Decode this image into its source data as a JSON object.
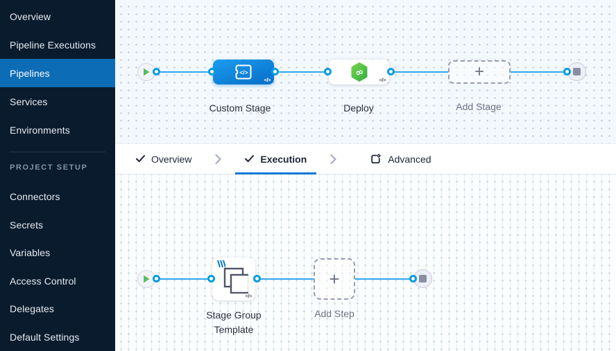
{
  "sidebar": {
    "nav_items": [
      {
        "label": "Overview",
        "selected": false
      },
      {
        "label": "Pipeline Executions",
        "selected": false
      },
      {
        "label": "Pipelines",
        "selected": true
      },
      {
        "label": "Services",
        "selected": false
      },
      {
        "label": "Environments",
        "selected": false
      }
    ],
    "section_title": "PROJECT SETUP",
    "setup_items": [
      {
        "label": "Connectors"
      },
      {
        "label": "Secrets"
      },
      {
        "label": "Variables"
      },
      {
        "label": "Access Control"
      },
      {
        "label": "Delegates"
      },
      {
        "label": "Default Settings"
      }
    ]
  },
  "pipeline_canvas": {
    "start_icon": "play-icon",
    "end_icon": "stop-icon",
    "stages": [
      {
        "label": "Custom Stage",
        "kind": "custom-stage",
        "code_glyph": "</>"
      },
      {
        "label": "Deploy",
        "kind": "deploy-stage",
        "code_glyph": "</>"
      },
      {
        "label": "Add Stage",
        "kind": "add-stage",
        "plus_glyph": "+"
      }
    ]
  },
  "tab_bar": {
    "tabs": [
      {
        "label": "Overview",
        "icon": "check-icon",
        "active": false
      },
      {
        "label": "Execution",
        "icon": "check-icon",
        "active": true
      },
      {
        "label": "Advanced",
        "icon": "advanced-icon",
        "active": false
      }
    ]
  },
  "execution_canvas": {
    "start_icon": "play-icon",
    "end_icon": "stop-icon",
    "steps": [
      {
        "label": "Stage Group Template",
        "kind": "stage-group-template",
        "code_glyph": "</>"
      },
      {
        "label": "Add Step",
        "kind": "add-step",
        "plus_glyph": "+"
      }
    ]
  },
  "colors": {
    "accent_blue": "#0278d5",
    "edge_blue": "#2ea6f1",
    "deploy_green": "#42b44a",
    "sidebar_bg": "#0a1b2e",
    "selected_item_bg": "#0d6cb6"
  }
}
